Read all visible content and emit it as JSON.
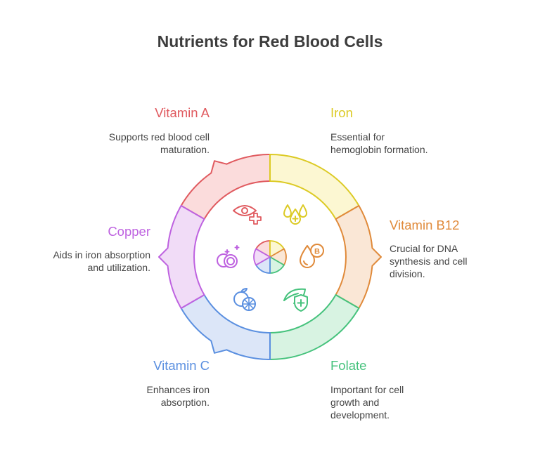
{
  "title": "Nutrients for Red Blood Cells",
  "nutrients": [
    {
      "name": "Vitamin A",
      "description": [
        "Supports red blood cell",
        "maturation."
      ],
      "color": "#e05a5f",
      "fill": "#fbdcdc",
      "icon": "eye-plus-icon"
    },
    {
      "name": "Iron",
      "description": [
        "Essential for",
        "hemoglobin formation."
      ],
      "color": "#dcca24",
      "fill": "#fcf7d2",
      "icon": "drops-plus-icon"
    },
    {
      "name": "Vitamin B12",
      "description": [
        "Crucial for DNA",
        "synthesis and cell",
        "division."
      ],
      "color": "#e08a3a",
      "fill": "#fae7d6",
      "icon": "drop-b-icon"
    },
    {
      "name": "Folate",
      "description": [
        "Important for cell",
        "growth and",
        "development."
      ],
      "color": "#45c27c",
      "fill": "#d8f3e2",
      "icon": "leaf-shield-icon"
    },
    {
      "name": "Vitamin C",
      "description": [
        "Enhances iron",
        "absorption."
      ],
      "color": "#5a8fe0",
      "fill": "#dce6f8",
      "icon": "citrus-icon"
    },
    {
      "name": "Copper",
      "description": [
        "Aids in iron absorption",
        "and utilization."
      ],
      "color": "#be62e0",
      "fill": "#f1dcf7",
      "icon": "coins-sparkle-icon"
    }
  ]
}
